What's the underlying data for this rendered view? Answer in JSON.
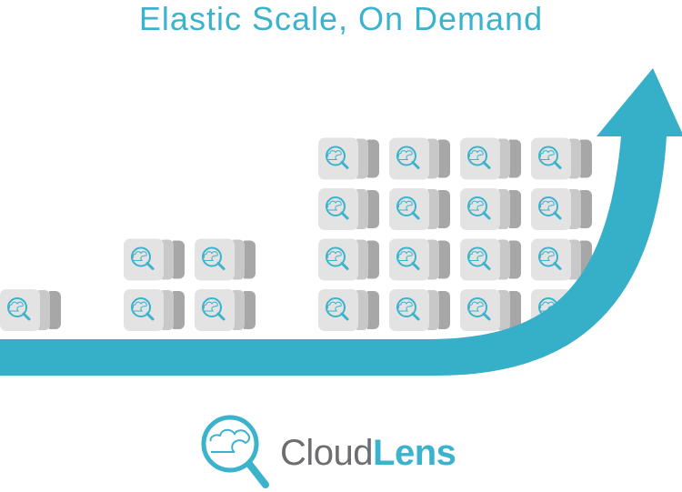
{
  "title": "Elastic Scale, On Demand",
  "logo": {
    "part1": "Cloud",
    "part2": "Lens"
  },
  "diagram": {
    "columns": [
      {
        "tiles": 1
      },
      {
        "tiles": 2
      },
      {
        "tiles": 2
      },
      {
        "tiles": 4
      },
      {
        "tiles": 4
      },
      {
        "tiles": 4
      },
      {
        "tiles": 4
      }
    ]
  },
  "colors": {
    "accent": "#3bb3cc",
    "tile": "#e3e3e3",
    "tile_back1": "#c8c8c8",
    "tile_back2": "#a7a7a7",
    "logo_text": "#6d6e71"
  }
}
